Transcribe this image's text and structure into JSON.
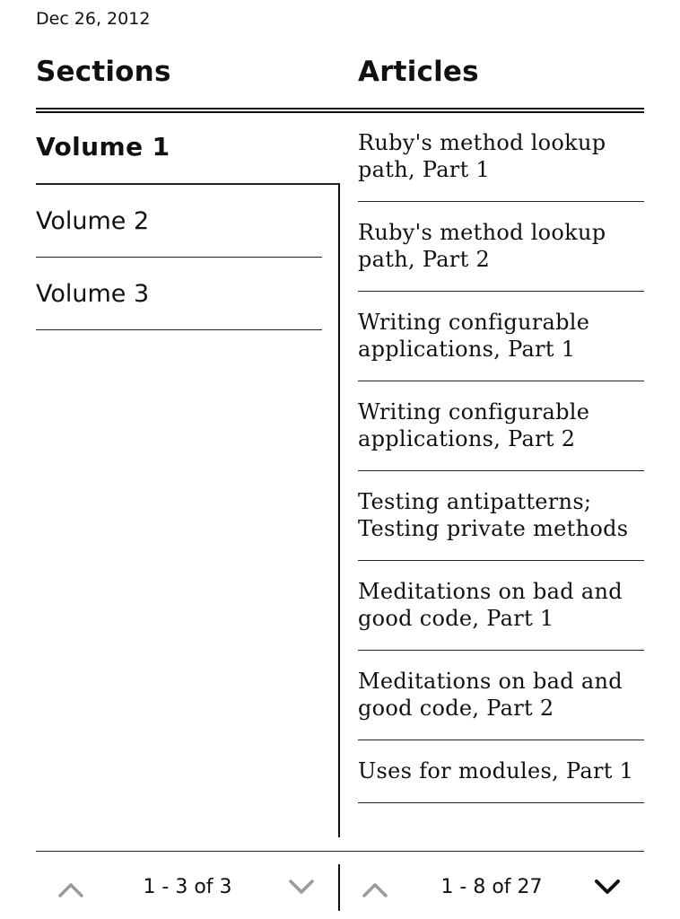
{
  "date": "Dec 26, 2012",
  "sections": {
    "header": "Sections",
    "items": [
      {
        "label": "Volume 1",
        "selected": true
      },
      {
        "label": "Volume 2",
        "selected": false
      },
      {
        "label": "Volume 3",
        "selected": false
      }
    ],
    "pager": {
      "text": "1 - 3 of 3",
      "prev_enabled": false,
      "next_enabled": false,
      "prev_icon": "chevron-up-icon",
      "next_icon": "chevron-down-icon"
    }
  },
  "articles": {
    "header": "Articles",
    "items": [
      {
        "line1": "Ruby's method lookup",
        "line2": "path, Part 1"
      },
      {
        "line1": "Ruby's method lookup",
        "line2": "path, Part 2"
      },
      {
        "line1": "Writing configurable",
        "line2": "applications, Part 1"
      },
      {
        "line1": "Writing configurable",
        "line2": "applications, Part 2"
      },
      {
        "line1": "Testing antipatterns;",
        "line2": "Testing private methods"
      },
      {
        "line1": "Meditations on bad and",
        "line2": "good code, Part 1"
      },
      {
        "line1": "Meditations on bad and",
        "line2": "good code, Part 2"
      },
      {
        "line1": "Uses for modules, Part 1",
        "line2": ""
      }
    ],
    "pager": {
      "text": "1 - 8 of 27",
      "prev_enabled": false,
      "next_enabled": true,
      "prev_icon": "chevron-up-icon",
      "next_icon": "chevron-down-icon"
    }
  },
  "colors": {
    "text": "#111111",
    "disabled": "#9a9a9a",
    "background": "#ffffff"
  }
}
